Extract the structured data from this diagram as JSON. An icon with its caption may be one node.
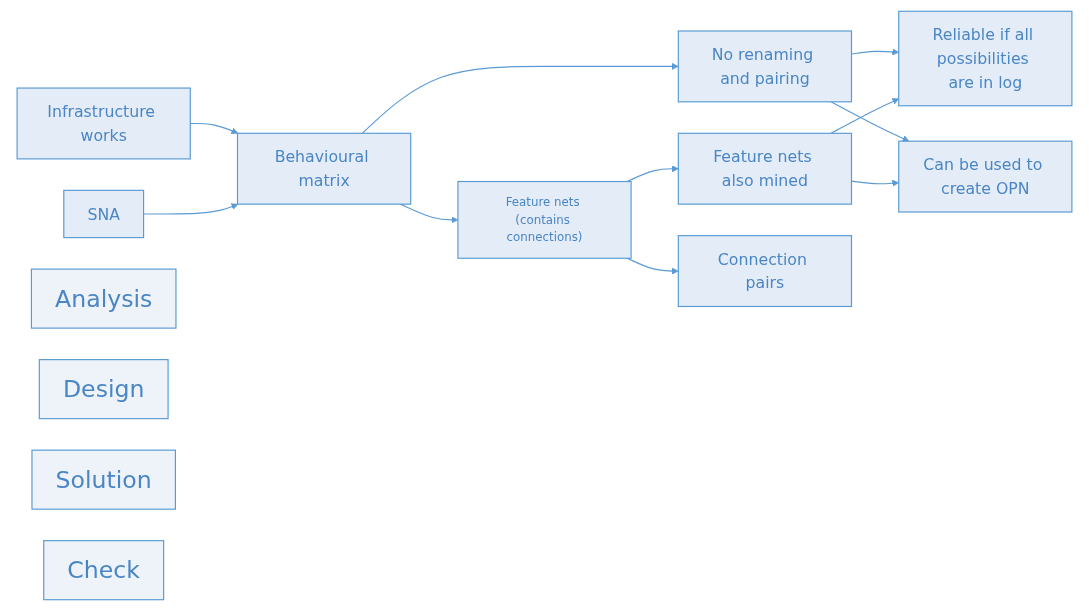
{
  "diagram": {
    "nodes": [
      {
        "text": [
          "Infrastructure works"
        ]
      },
      {
        "text": [
          "Behavioural matrix"
        ]
      },
      {
        "text": [
          "No renaming and pairing"
        ]
      },
      {
        "text": [
          "Reliable if all possibilities are in log"
        ]
      },
      {
        "text": [
          "SNA"
        ]
      },
      {
        "text": [
          "Feature nets (contains connections)"
        ]
      },
      {
        "text": [
          "Feature nets also mined"
        ]
      },
      {
        "text": [
          "Can be used to create OPN"
        ]
      },
      {
        "text": [
          "Connection pairs"
        ]
      },
      {
        "text": [
          "Analysis"
        ]
      },
      {
        "text": [
          "Design"
        ]
      },
      {
        "text": [
          "Solution"
        ]
      },
      {
        "text": [
          "Check"
        ]
      }
    ],
    "edges": [
      {
        "from": 0,
        "to": 1,
        "arrow": "to"
      },
      {
        "from": 4,
        "to": 1,
        "arrow": "to"
      },
      {
        "from": 1,
        "to": 2,
        "arrow": "to"
      },
      {
        "from": 1,
        "to": 5,
        "arrow": "to"
      },
      {
        "from": 5,
        "to": 6,
        "arrow": "to"
      },
      {
        "from": 5,
        "to": 8,
        "arrow": "to"
      },
      {
        "from": 2,
        "to": 3,
        "arrow": "to"
      },
      {
        "from": 2,
        "to": 7,
        "arrow": "to"
      },
      {
        "from": 6,
        "to": 3,
        "arrow": "to"
      },
      {
        "from": 6,
        "to": 7,
        "arrow": "to"
      }
    ]
  }
}
